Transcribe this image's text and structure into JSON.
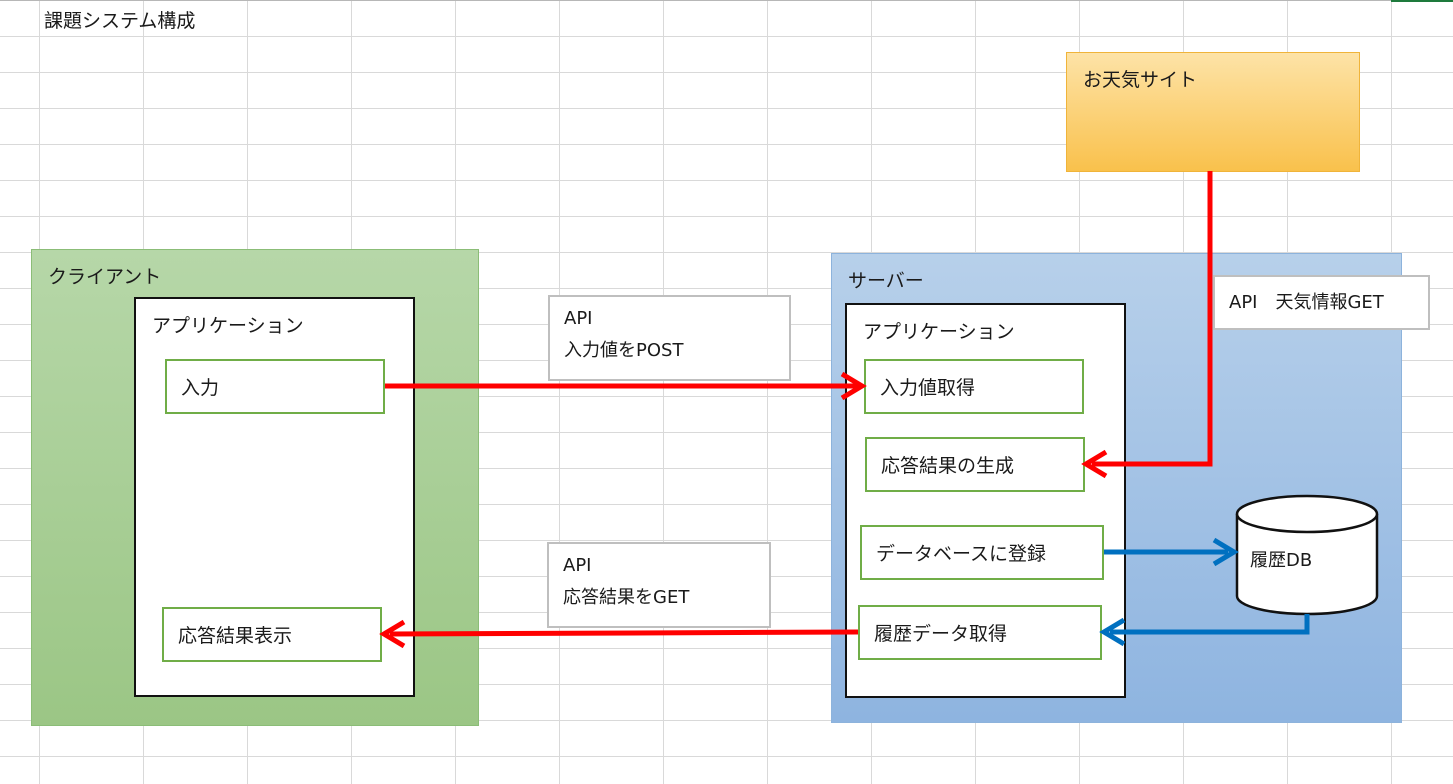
{
  "sheet": {
    "title": "課題システム構成"
  },
  "client": {
    "label": "クライアント",
    "app_label": "アプリケーション",
    "input_label": "入力",
    "display_label": "応答結果表示"
  },
  "server": {
    "label": "サーバー",
    "app_label": "アプリケーション",
    "get_input_label": "入力値取得",
    "generate_label": "応答結果の生成",
    "register_label": "データベースに登録",
    "history_get_label": "履歴データ取得"
  },
  "weather_site": {
    "label": "お天気サイト"
  },
  "database": {
    "label": "履歴DB"
  },
  "callouts": {
    "post": {
      "line1": "API",
      "line2": "入力値をPOST"
    },
    "get": {
      "line1": "API",
      "line2": "応答結果をGET"
    },
    "weather": {
      "line1": "API　天気情報GET"
    }
  },
  "colors": {
    "client_fill": "#a9d18e",
    "server_fill": "#9dc3e6",
    "weather_fill": "#ffd966",
    "step_border": "#70ad47",
    "red_arrow": "#ff0000",
    "blue_arrow": "#0070c0"
  }
}
